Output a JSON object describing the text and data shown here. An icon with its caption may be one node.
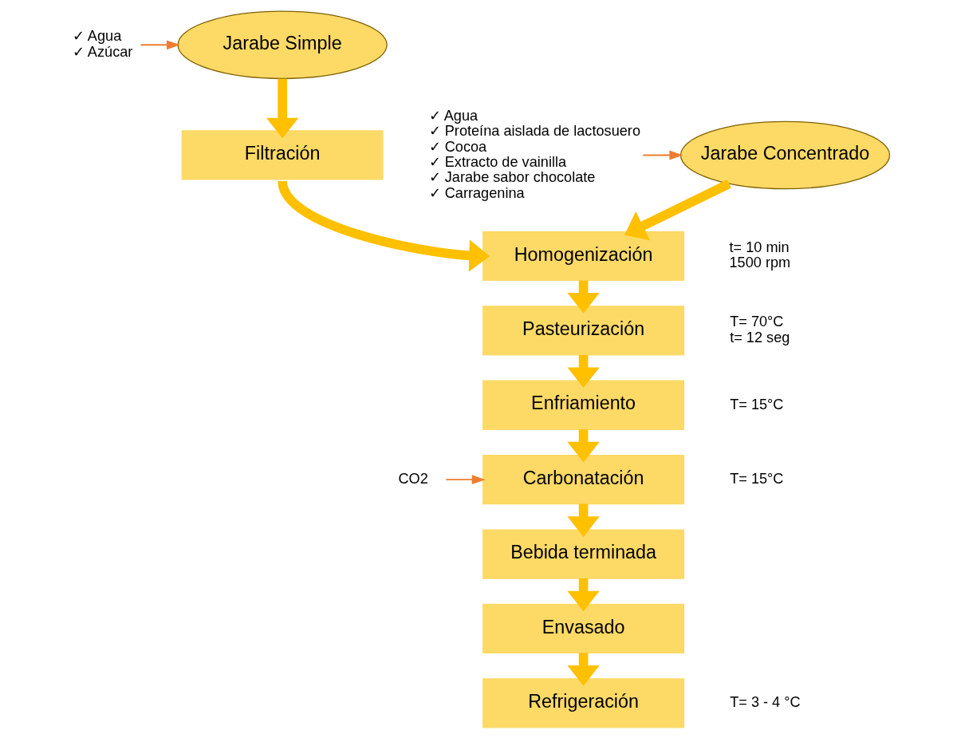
{
  "diagram": {
    "nodes": [
      {
        "text": [
          "✓ Agua",
          "✓ Azúcar"
        ]
      },
      {
        "text": [
          "Jarabe Simple"
        ]
      },
      {
        "text": [
          "Filtración"
        ]
      },
      {
        "text": [
          "✓ Agua",
          "✓ Proteína aislada de lactosuero",
          "✓ Cocoa",
          "✓ Extracto de vainilla",
          "✓ Jarabe sabor chocolate",
          "✓ Carragenina"
        ]
      },
      {
        "text": [
          "Jarabe Concentrado"
        ]
      },
      {
        "text": [
          "Homogenización"
        ],
        "beside": [
          "t= 10 min",
          "1500 rpm"
        ]
      },
      {
        "text": [
          "Pasteurización"
        ],
        "beside": [
          "T= 70°C",
          "t= 12 seg"
        ]
      },
      {
        "text": [
          "Enfriamiento"
        ],
        "beside": [
          "T= 15°C"
        ]
      },
      {
        "text": [
          "CO2"
        ]
      },
      {
        "text": [
          "Carbonatación"
        ],
        "beside": [
          "T= 15°C"
        ]
      },
      {
        "text": [
          "Bebida terminada"
        ]
      },
      {
        "text": [
          "Envasado"
        ]
      },
      {
        "text": [
          "Refrigeración"
        ],
        "beside": [
          "T= 3 - 4 °C"
        ]
      }
    ],
    "edges": [
      {
        "from": 0,
        "to": 1,
        "arrow": "to",
        "color": "#ed7d31"
      },
      {
        "from": 1,
        "to": 2,
        "arrow": "to"
      },
      {
        "from": 2,
        "to": 5,
        "arrow": "to"
      },
      {
        "from": 3,
        "to": 4,
        "arrow": "to",
        "color": "#ed7d31"
      },
      {
        "from": 4,
        "to": 5,
        "arrow": "to"
      },
      {
        "from": 5,
        "to": 6,
        "arrow": "to"
      },
      {
        "from": 6,
        "to": 7,
        "arrow": "to"
      },
      {
        "from": 7,
        "to": 9,
        "arrow": "to"
      },
      {
        "from": 8,
        "to": 9,
        "arrow": "to",
        "color": "#ed7d31"
      },
      {
        "from": 9,
        "to": 10,
        "arrow": "to"
      },
      {
        "from": 10,
        "to": 11,
        "arrow": "to"
      },
      {
        "from": 11,
        "to": 12,
        "arrow": "to"
      }
    ]
  }
}
